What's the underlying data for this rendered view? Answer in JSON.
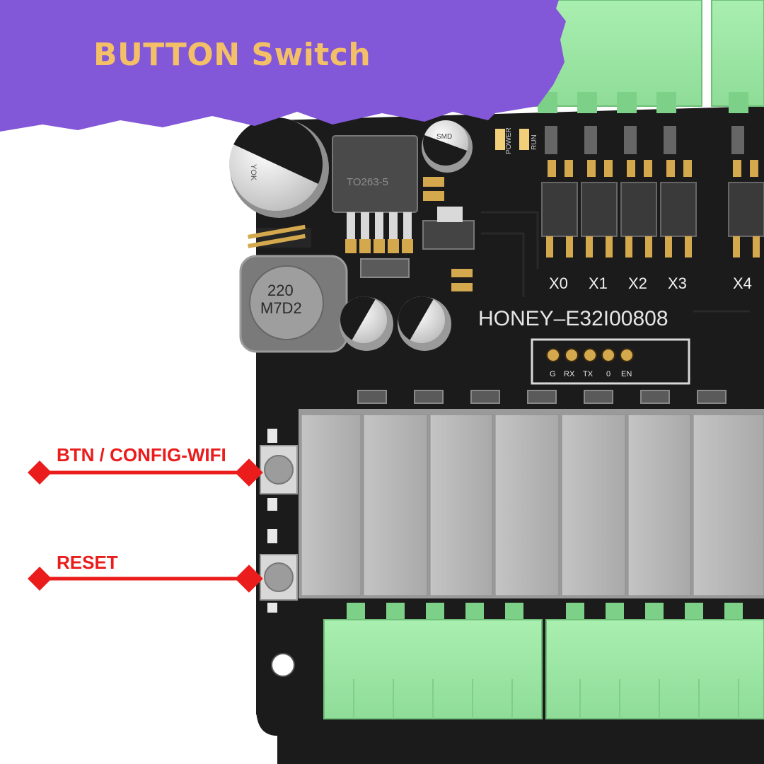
{
  "banner": {
    "title": "BUTTON Switch"
  },
  "board": {
    "model": "HONEY–E32I00808",
    "regulator_label": "TO263-5",
    "inductor_label": [
      "220",
      "M7D2"
    ],
    "cap_label_large": "YOK",
    "cap_label_smd": "SMD",
    "led_labels": [
      "POWER",
      "RUN"
    ],
    "input_labels": [
      "X0",
      "X1",
      "X2",
      "X3",
      "X4"
    ],
    "header_pins": [
      "G",
      "RX",
      "TX",
      "0",
      "EN"
    ]
  },
  "callouts": {
    "btn": {
      "label": "BTN / CONFIG-WIFI"
    },
    "reset": {
      "label": "RESET"
    }
  },
  "colors": {
    "banner": "#8257d8",
    "banner_text": "#f4c067",
    "pcb": "#1c1b1b",
    "terminal": "#9ee8a6",
    "relay": "#b3b3b3",
    "callout": "#ea1c1c"
  }
}
